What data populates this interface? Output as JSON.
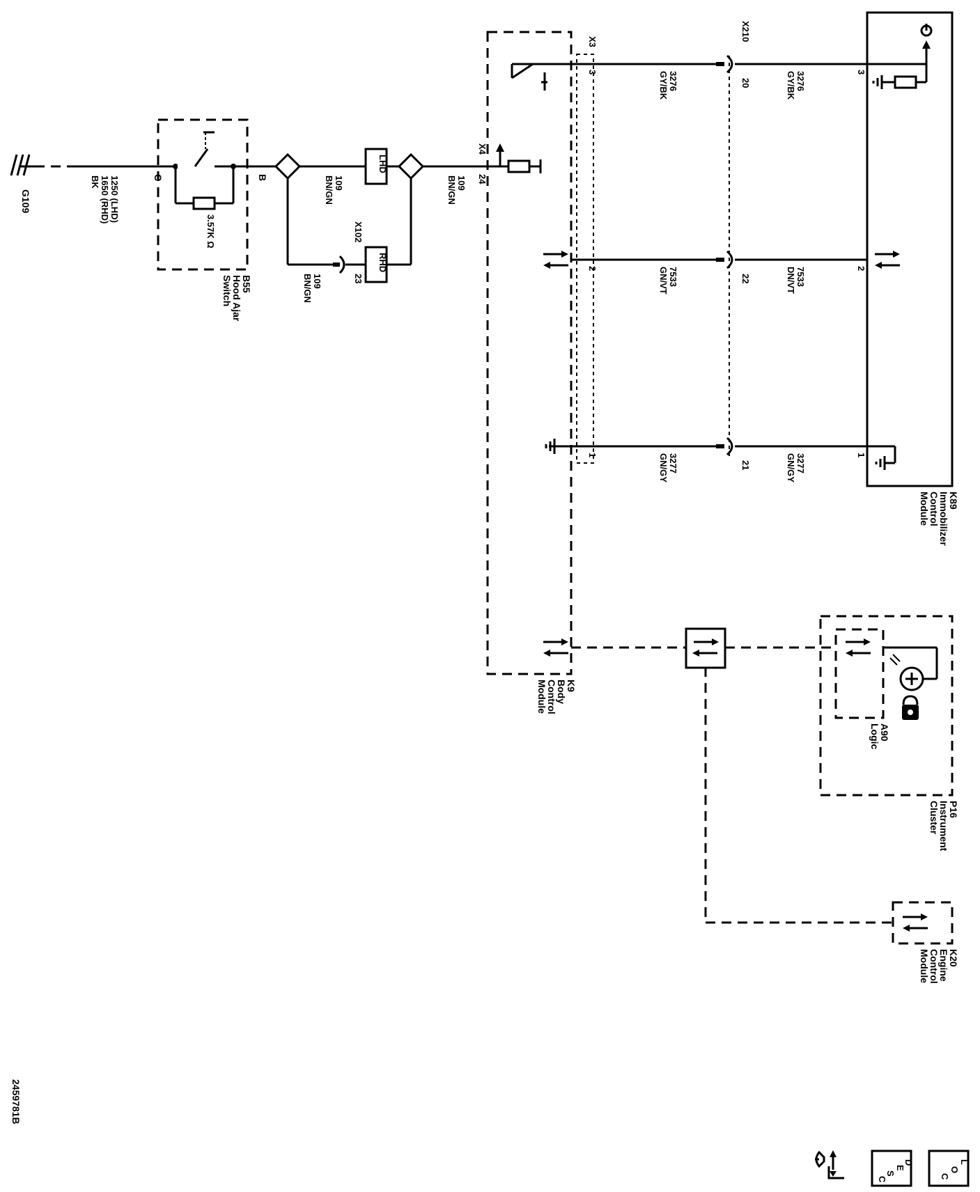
{
  "diagram_id": "2459781B",
  "ground": {
    "label": "G109"
  },
  "ground_wire": {
    "circuit_lhd": "1250 (LHD)",
    "circuit_rhd": "1650 (RHD)",
    "color": "BK"
  },
  "hood_switch": {
    "name": "B55",
    "line1": "Hood Ajar",
    "line2": "Switch",
    "pin_c": "C",
    "pin_b": "B",
    "resistor": "3.57K Ω"
  },
  "splice_wires": {
    "wire1_circuit": "109",
    "wire1_color": "BN/GN",
    "wire2_circuit": "109",
    "wire2_color": "BN/GN",
    "wire3_circuit": "109",
    "wire3_color": "BN/GN"
  },
  "option_boxes": {
    "lhd": "LHD",
    "rhd": "RHD"
  },
  "connector_x102": {
    "name": "X102",
    "pin": "23"
  },
  "connector_x4": {
    "name": "X4",
    "pin": "24"
  },
  "connector_x3": {
    "name": "X3",
    "pin_a": "3",
    "pin_b": "2",
    "pin_c": "1"
  },
  "connector_x210": {
    "name": "X210",
    "pin_a": "20",
    "pin_b": "22",
    "pin_c": "21"
  },
  "wires_left": {
    "a_circuit": "3276",
    "a_color": "GY/BK",
    "b_circuit": "7533",
    "b_color": "GN/VT",
    "c_circuit": "3277",
    "c_color": "GN/GY"
  },
  "wires_right": {
    "a_circuit": "3276",
    "a_color": "GY/BK",
    "b_circuit": "7533",
    "b_color": "DN/VT",
    "c_circuit": "3277",
    "c_color": "GN/GY"
  },
  "k89_pins": {
    "a": "3",
    "b": "2",
    "c": "1"
  },
  "k89": {
    "name": "K89",
    "line1": "Immobilizer",
    "line2": "Control",
    "line3": "Module"
  },
  "k9": {
    "name": "K9",
    "line1": "Body",
    "line2": "Control",
    "line3": "Module"
  },
  "p16": {
    "name": "P16",
    "line1": "Instrument",
    "line2": "Cluster"
  },
  "a90": {
    "name": "A90",
    "line1": "Logic"
  },
  "k20": {
    "name": "K20",
    "line1": "Engine",
    "line2": "Control",
    "line3": "Module"
  },
  "footer_icons": {
    "desc_letters": [
      "D",
      "E",
      "S",
      "C"
    ],
    "loc_letters": [
      "L",
      "O",
      "C"
    ]
  },
  "icons": [
    "ground-icon",
    "resistor-icon",
    "switch-icon",
    "serial-data-icon",
    "lamp-icon",
    "security-indicator-icon",
    "power-icon",
    "wrench-arrow-icon"
  ]
}
